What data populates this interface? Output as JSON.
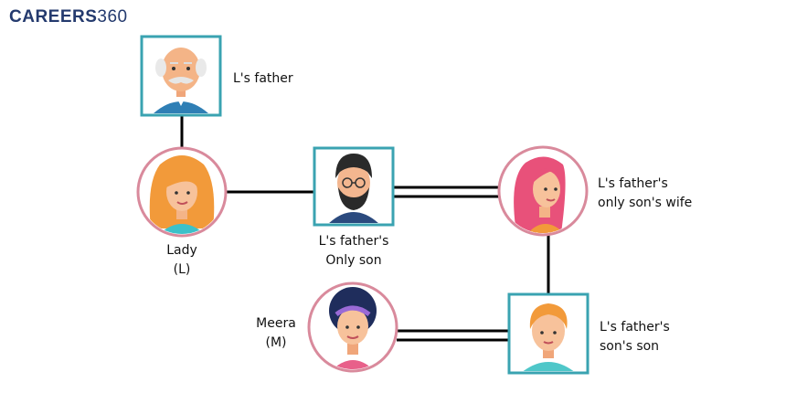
{
  "brand": {
    "word": "CAREERS",
    "num": "360"
  },
  "people": {
    "grandfather": {
      "label": "L's father"
    },
    "lady": {
      "line1": "Lady",
      "line2": "(L)"
    },
    "only_son": {
      "line1": "L's father's",
      "line2": "Only son"
    },
    "wife": {
      "line1": "L's father's",
      "line2": "only son's wife"
    },
    "meera": {
      "line1": "Meera",
      "line2": "(M)"
    },
    "grandson": {
      "line1": "L's father's",
      "line2": "son's son"
    }
  },
  "colors": {
    "square_frame": "#3aa3b1",
    "circle_frame": "#d98a9c",
    "line": "#000000",
    "brand": "#243a6e"
  }
}
